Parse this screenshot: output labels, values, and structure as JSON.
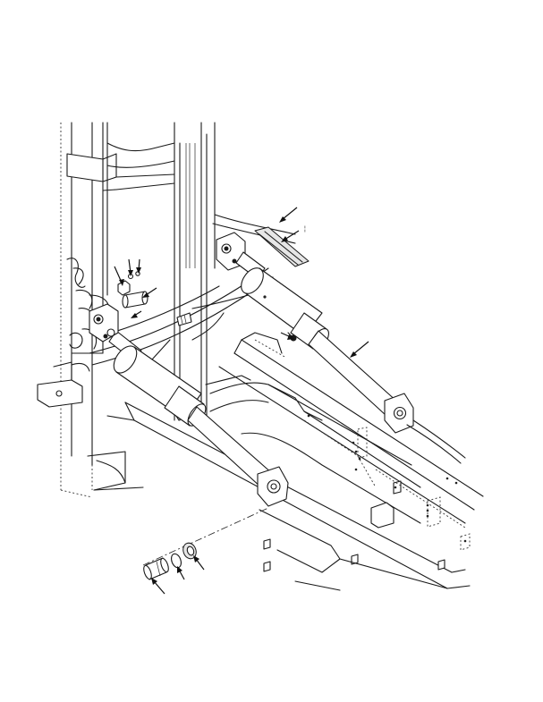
{
  "figure": {
    "label_marker": "¦"
  },
  "callouts": [
    {
      "id": "cylinder-right"
    },
    {
      "id": "cover-plate"
    },
    {
      "id": "cover-screw"
    },
    {
      "id": "grease-fitting"
    },
    {
      "id": "pin-upper"
    },
    {
      "id": "bolt-upper"
    },
    {
      "id": "washer-upper"
    },
    {
      "id": "nut-upper"
    },
    {
      "id": "pin-lower"
    },
    {
      "id": "ring-lower"
    },
    {
      "id": "bushing-lower"
    }
  ]
}
